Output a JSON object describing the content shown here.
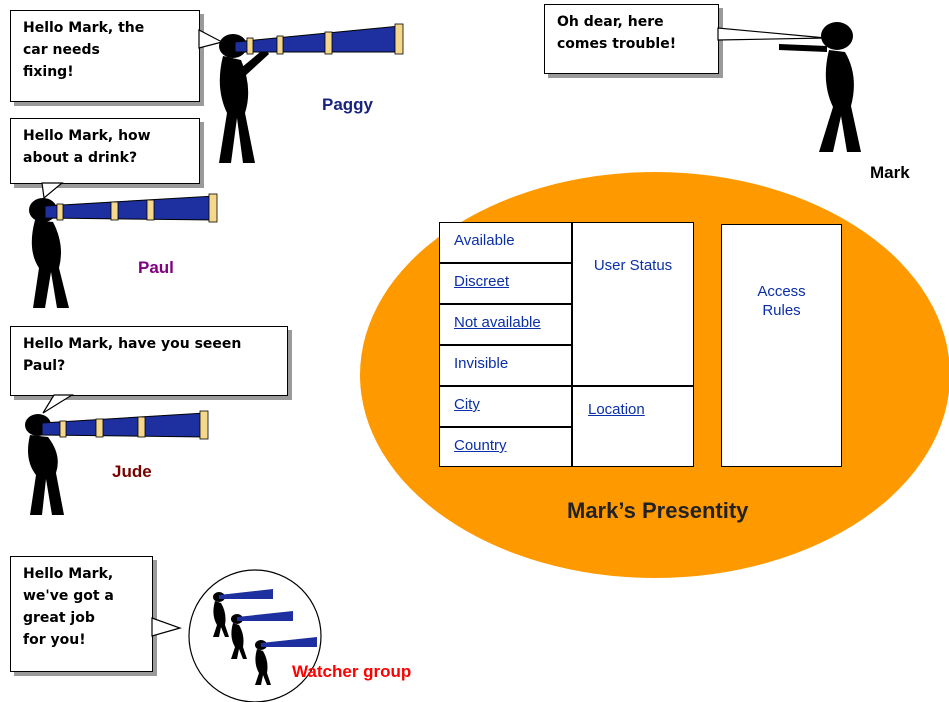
{
  "bubbles": {
    "paggy": "Hello Mark, the\ncar needs\nfixing!",
    "paul": "Hello Mark, how\nabout a drink?",
    "jude": "Hello Mark, have you seeen\nPaul?",
    "watchers": "Hello Mark,\nwe've got a\ngreat job\nfor you!",
    "mark": "Oh dear, here\ncomes trouble!"
  },
  "names": {
    "paggy": "Paggy",
    "paul": "Paul",
    "jude": "Jude",
    "mark": "Mark",
    "watcher_group": "Watcher group"
  },
  "colors": {
    "paggy": "#1a237e",
    "paul": "#800080",
    "jude": "#7a0000",
    "mark": "#000000",
    "watcher_group": "#ff0000",
    "ellipse": "#ff9900",
    "telescope": "#1e2fa0",
    "telescope_band": "#f5d88a"
  },
  "presentity": {
    "title": "Mark’s Presentity",
    "status_items": [
      {
        "label": "Available",
        "link": false
      },
      {
        "label": "Discreet",
        "link": true
      },
      {
        "label": "Not available",
        "link": true
      },
      {
        "label": "Invisible",
        "link": false
      }
    ],
    "location_items": [
      {
        "label": "City",
        "link": true
      },
      {
        "label": "Country",
        "link": true
      }
    ],
    "user_status_label": "User Status",
    "location_label": "Location",
    "access_rules_label": "Access\nRules"
  }
}
